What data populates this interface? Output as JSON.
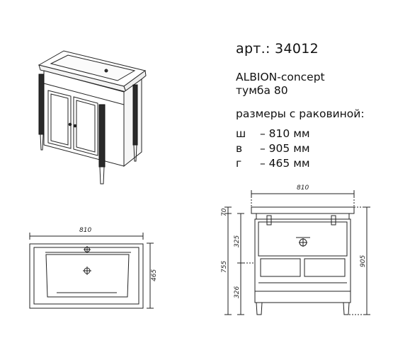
{
  "product": {
    "article": "арт.: 34012",
    "name_line1": "ALBION-concept",
    "name_line2": "тумба 80",
    "sizes_heading": "размеры с раковиной:"
  },
  "sizes": [
    {
      "key": "ш",
      "value": "– 810 мм"
    },
    {
      "key": "в",
      "value": "– 905 мм"
    },
    {
      "key": "г",
      "value": "– 465 мм"
    }
  ],
  "drawing_top": {
    "width_label": "810",
    "depth_label": "465"
  },
  "drawing_front": {
    "width_label": "810",
    "height_total_label": "905",
    "height_body_label": "755",
    "top_label": "70",
    "upper_label": "325",
    "lower_label": "326"
  }
}
